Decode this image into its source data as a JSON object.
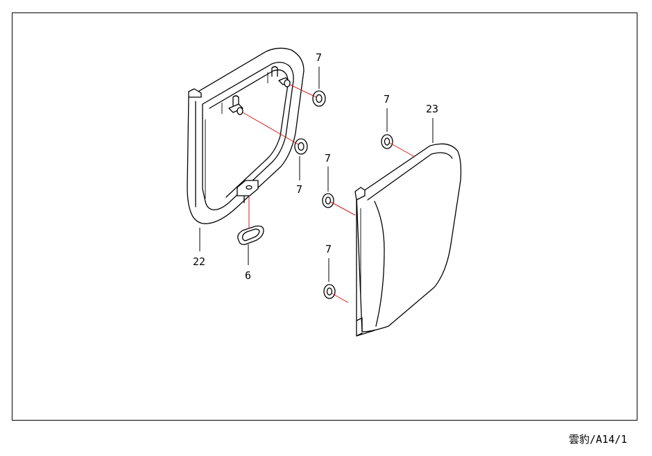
{
  "callouts": {
    "seal_upper": "7",
    "seal_mid_left": "7",
    "seal_right_top": "7",
    "seal_right_mid": "7",
    "seal_right_bottom": "7",
    "cover_frame": "22",
    "side_cover": "23",
    "gasket": "6"
  },
  "page_reference": "雲豹/A14/1",
  "colors": {
    "line": "#000000",
    "assembly_line": "#d11a1a",
    "background": "#ffffff"
  }
}
